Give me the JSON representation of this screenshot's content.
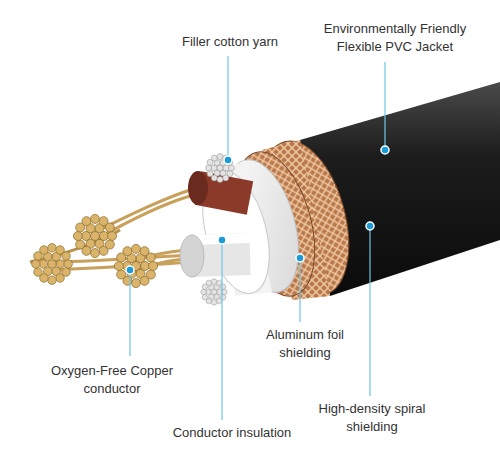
{
  "diagram": {
    "labels": [
      "Filler cotton yarn",
      "Environmentally Friendly Flexible PVC Jacket",
      "Oxygen-Free Copper conductor",
      "Conductor insulation",
      "Aluminum foil shielding",
      "High-density spiral shielding"
    ]
  }
}
